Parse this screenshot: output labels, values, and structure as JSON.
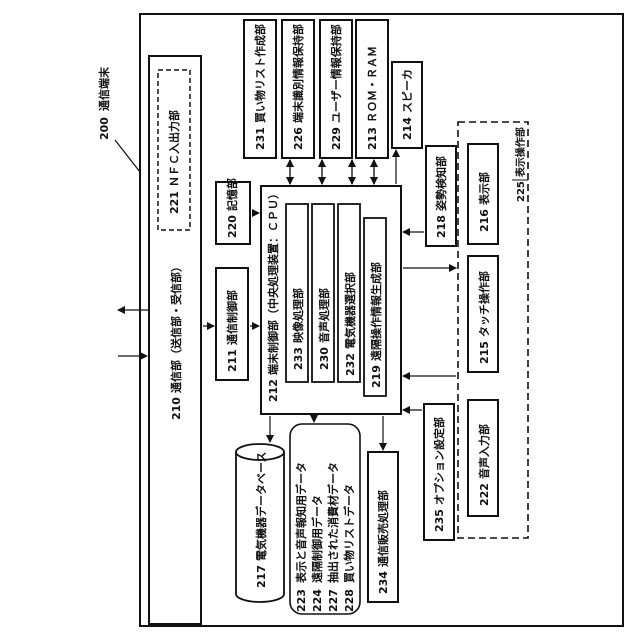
{
  "outer": {
    "number": "200",
    "label": "通信端末"
  },
  "blocks": {
    "b210": {
      "number": "210",
      "label": "通信部（送信部・受信部）"
    },
    "b221": {
      "number": "221",
      "label": "ＮＦＣ入出力部"
    },
    "b211": {
      "number": "211",
      "label": "通信制御部"
    },
    "b220": {
      "number": "220",
      "label": "記憶部"
    },
    "b212": {
      "number": "212",
      "label": "端末制御部（中央処理装置：ＣＰＵ）"
    },
    "b233": {
      "number": "233",
      "label": "映像処理部"
    },
    "b230": {
      "number": "230",
      "label": "音声処理部"
    },
    "b232": {
      "number": "232",
      "label": "電気機器選択部"
    },
    "b219": {
      "number": "219",
      "label": "遠隔操作情報生成部"
    },
    "b231": {
      "number": "231",
      "label": "買い物リスト作成部"
    },
    "b226": {
      "number": "226",
      "label": "端末識別情報保持部"
    },
    "b229": {
      "number": "229",
      "label": "ユーザー情報保持部"
    },
    "b213": {
      "number": "213",
      "label": "ＲＯＭ・ＲＡＭ"
    },
    "b214": {
      "number": "214",
      "label": "スピーカ"
    },
    "b218": {
      "number": "218",
      "label": "姿勢検知部"
    },
    "b225": {
      "number": "225",
      "label": "表示操作部"
    },
    "b216": {
      "number": "216",
      "label": "表示部"
    },
    "b215": {
      "number": "215",
      "label": "タッチ操作部"
    },
    "b222": {
      "number": "222",
      "label": "音声入力部"
    },
    "b235": {
      "number": "235",
      "label": "オプション設定部"
    },
    "b234": {
      "number": "234",
      "label": "通信販売処理部"
    },
    "b217": {
      "number": "217",
      "label": "電気機器データベース"
    }
  },
  "data_items": [
    {
      "number": "223",
      "label": "表示と音声報知用データ"
    },
    {
      "number": "224",
      "label": "遠隔制御用データ"
    },
    {
      "number": "227",
      "label": "抽出された消費材データ"
    },
    {
      "number": "228",
      "label": "買い物リストデータ"
    }
  ]
}
